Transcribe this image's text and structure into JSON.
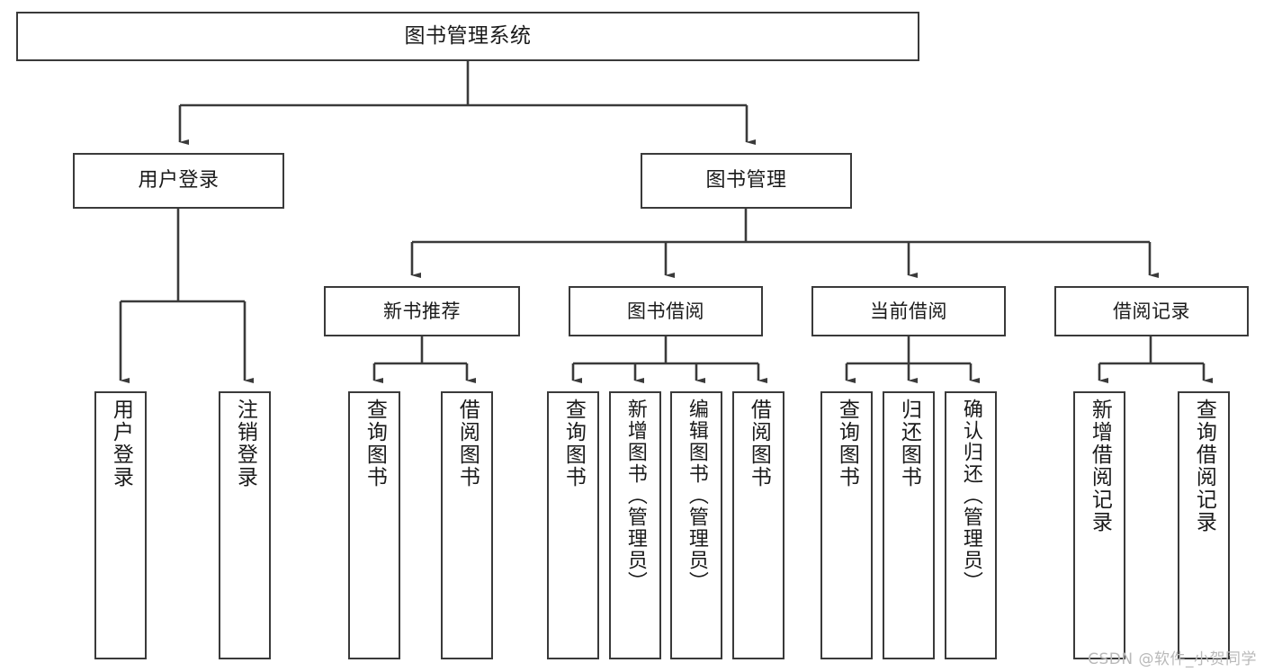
{
  "diagram": {
    "type": "tree",
    "title": "图书管理系统",
    "root": {
      "label": "图书管理系统"
    },
    "level2": [
      {
        "id": "user-login",
        "label": "用户登录"
      },
      {
        "id": "book-manage",
        "label": "图书管理"
      }
    ],
    "level3": [
      {
        "id": "new-book-recommend",
        "label": "新书推荐"
      },
      {
        "id": "book-borrow",
        "label": "图书借阅"
      },
      {
        "id": "current-borrow",
        "label": "当前借阅"
      },
      {
        "id": "borrow-record",
        "label": "借阅记录"
      }
    ],
    "leaves": {
      "user_login": [
        {
          "id": "leaf-user-login",
          "label": "用户登录"
        },
        {
          "id": "leaf-logout",
          "label": "注销登录"
        }
      ],
      "new_book_recommend": [
        {
          "id": "leaf-query-book-1",
          "label": "查询图书"
        },
        {
          "id": "leaf-borrow-book-1",
          "label": "借阅图书"
        }
      ],
      "book_borrow": [
        {
          "id": "leaf-query-book-2",
          "label": "查询图书"
        },
        {
          "id": "leaf-add-book",
          "label": "新增图书（管理员）"
        },
        {
          "id": "leaf-edit-book",
          "label": "编辑图书（管理员）"
        },
        {
          "id": "leaf-borrow-book-2",
          "label": "借阅图书"
        }
      ],
      "current_borrow": [
        {
          "id": "leaf-query-book-3",
          "label": "查询图书"
        },
        {
          "id": "leaf-return-book",
          "label": "归还图书"
        },
        {
          "id": "leaf-confirm-return",
          "label": "确认归还（管理员）"
        }
      ],
      "borrow_record": [
        {
          "id": "leaf-add-record",
          "label": "新增借阅记录"
        },
        {
          "id": "leaf-query-record",
          "label": "查询借阅记录"
        }
      ]
    }
  },
  "watermark": {
    "text": "CSDN @软件_小贺同学"
  },
  "colors": {
    "stroke": "#3a3a3a",
    "fill": "#ffffff",
    "text": "#1a1a1a",
    "watermark": "#b9b9b9"
  }
}
